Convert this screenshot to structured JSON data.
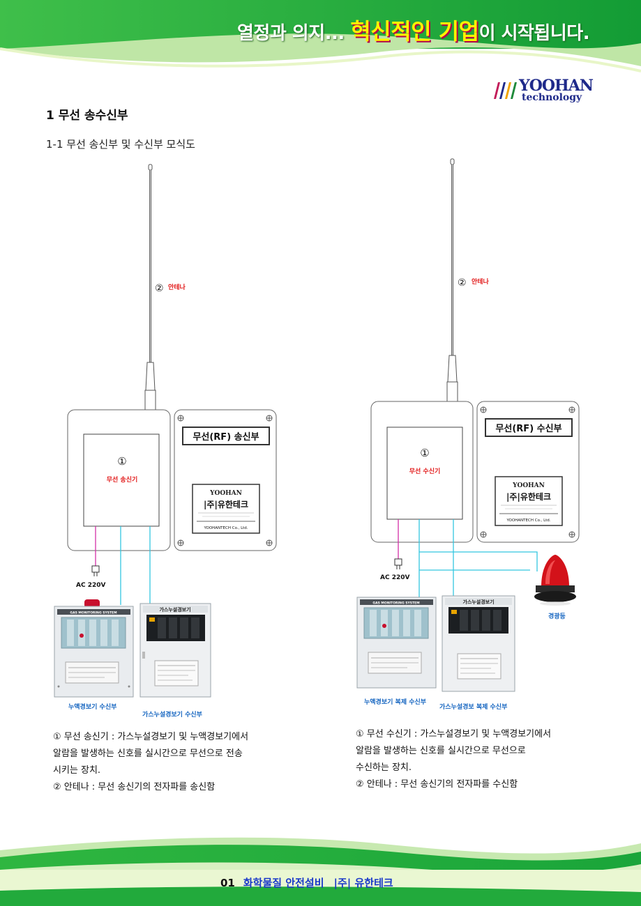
{
  "header": {
    "slogan_pre": "열정과 의지... ",
    "slogan_highlight": "혁신적인 기업",
    "slogan_post": "이 시작됩니다."
  },
  "logo": {
    "brand": "YOOHAN",
    "sub": "technology"
  },
  "section_title": "1 무선 송수신부",
  "subsection_title": "1-1 무선 송신부 및 수신부 모식도",
  "left": {
    "antenna_num": "②",
    "antenna_label": "안테나",
    "device_num": "①",
    "device_label": "무선 송신기",
    "cover_title": "무선(RF) 송신부",
    "plate_company": "|주|유한테크",
    "plate_english": "YOOHANTECH Co., Ltd.",
    "power_label": "AC 220V",
    "panel1_header": "GAS MONITORING SYSTEM",
    "panel1_caption": "누액경보기 수신부",
    "panel2_header": "가스누설경보기",
    "panel2_caption": "가스누설경보기 수신부"
  },
  "right": {
    "antenna_num": "②",
    "antenna_label": "안테나",
    "device_num": "①",
    "device_label": "무선 수신기",
    "cover_title": "무선(RF) 수신부",
    "plate_company": "|주|유한테크",
    "plate_english": "YOOHANTECH Co., Ltd.",
    "power_label": "AC 220V",
    "beacon_caption": "경광등",
    "panel1_header": "GAS MONITORING SYSTEM",
    "panel1_caption": "누액경보기 복제 수신부",
    "panel2_header": "가스누설경보기",
    "panel2_caption": "가스누설경보 복제 수신부"
  },
  "desc_left": [
    "①  무선 송신기 :  가스누설경보기 및 누액경보기에서",
    "    알람을 발생하는 신호를 실시간으로 무선으로 전송",
    "    시키는 장치.",
    "②  안테나 : 무선 송신기의 전자파를 송신함"
  ],
  "desc_right": [
    "① 무선 수신기 :  가스누설경보기 및 누액경보기에서",
    "    알람을 발생하는 신호를 실시간으로 무선으로",
    "    수신하는 장치.",
    "② 안테나 : 무선 송신기의 전자파를 수신함"
  ],
  "footer": {
    "page_num": "01",
    "category": "화학물질 안전설비",
    "company": "|주| 유한테크"
  },
  "colors": {
    "header_green": "#1fae3a",
    "pink_wire": "#d42fa8",
    "cyan_wire": "#33c6e0",
    "red_text": "#e21b1b",
    "blue_text": "#1565c0"
  }
}
